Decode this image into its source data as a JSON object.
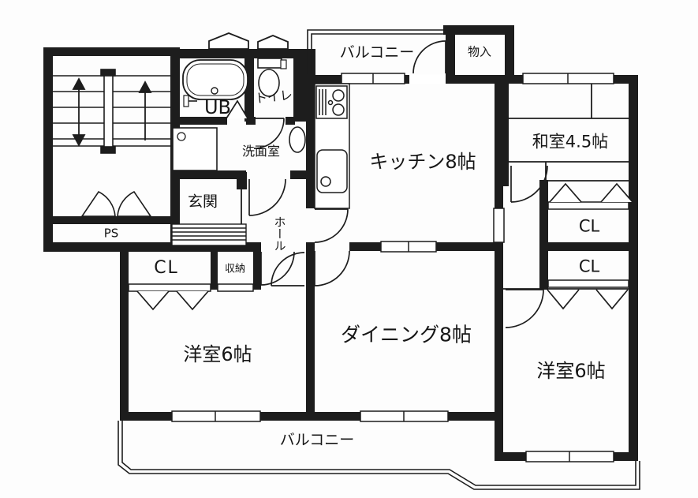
{
  "floorplan": {
    "labels": {
      "balcony_top": "バルコニー",
      "storage_top": "物入",
      "unit_bath": "UB",
      "toilet": "トイレ",
      "washroom": "洗面室",
      "kitchen": "キッチン8帖",
      "japanese_room": "和室4.5帖",
      "entrance": "玄関",
      "hall": "ホール",
      "pipe_space": "PS",
      "closet_left": "CL",
      "storage_hall": "収納",
      "closet_right_upper": "CL",
      "closet_right_lower": "CL",
      "western_room_left": "洋室6帖",
      "dining": "ダイニング8帖",
      "western_room_right": "洋室6帖",
      "balcony_bottom": "バルコニー"
    }
  }
}
